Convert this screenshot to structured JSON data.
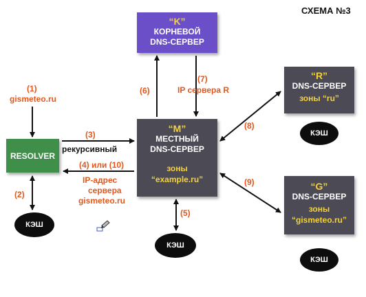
{
  "diagram": {
    "title": "СХЕМА №3",
    "nodes": {
      "root": {
        "letter": "“K”",
        "line1": "КОРНЕВОЙ",
        "line2": "DNS-СЕРВЕР"
      },
      "local": {
        "letter": "“M”",
        "line1": "МЕСТНЫЙ",
        "line2": "DNS-СЕРВЕР",
        "zone_label": "зоны",
        "zone": "“example.ru”"
      },
      "r_server": {
        "letter": "“R”",
        "line1": "DNS-СЕРВЕР",
        "zone_label": "зоны “ru”"
      },
      "g_server": {
        "letter": "“G”",
        "line1": "DNS-СЕРВЕР",
        "zone_label": "зоны",
        "zone": "“gismeteo.ru”"
      },
      "resolver": {
        "label": "RESOLVER"
      }
    },
    "cache_label": "КЭШ",
    "edges": {
      "e1": {
        "num": "(1)",
        "text": "gismeteo.ru"
      },
      "e2": {
        "num": "(2)"
      },
      "e3": {
        "num": "(3)",
        "text": "рекурсивный"
      },
      "e4": {
        "num": "(4) или (10)",
        "text1": "IP-адрес",
        "text2": "сервера",
        "text3": "gismeteo.ru"
      },
      "e5": {
        "num": "(5)"
      },
      "e6": {
        "num": "(6)"
      },
      "e7": {
        "num": "(7)",
        "text": "IP сервера R"
      },
      "e8": {
        "num": "(8)"
      },
      "e9": {
        "num": "(9)"
      }
    },
    "colors": {
      "root_box": "#6a4fc8",
      "server_box": "#4b4a55",
      "resolver_box": "#3f8f4a",
      "label_orange": "#e0581e",
      "letter_yellow": "#f5d23a"
    }
  }
}
